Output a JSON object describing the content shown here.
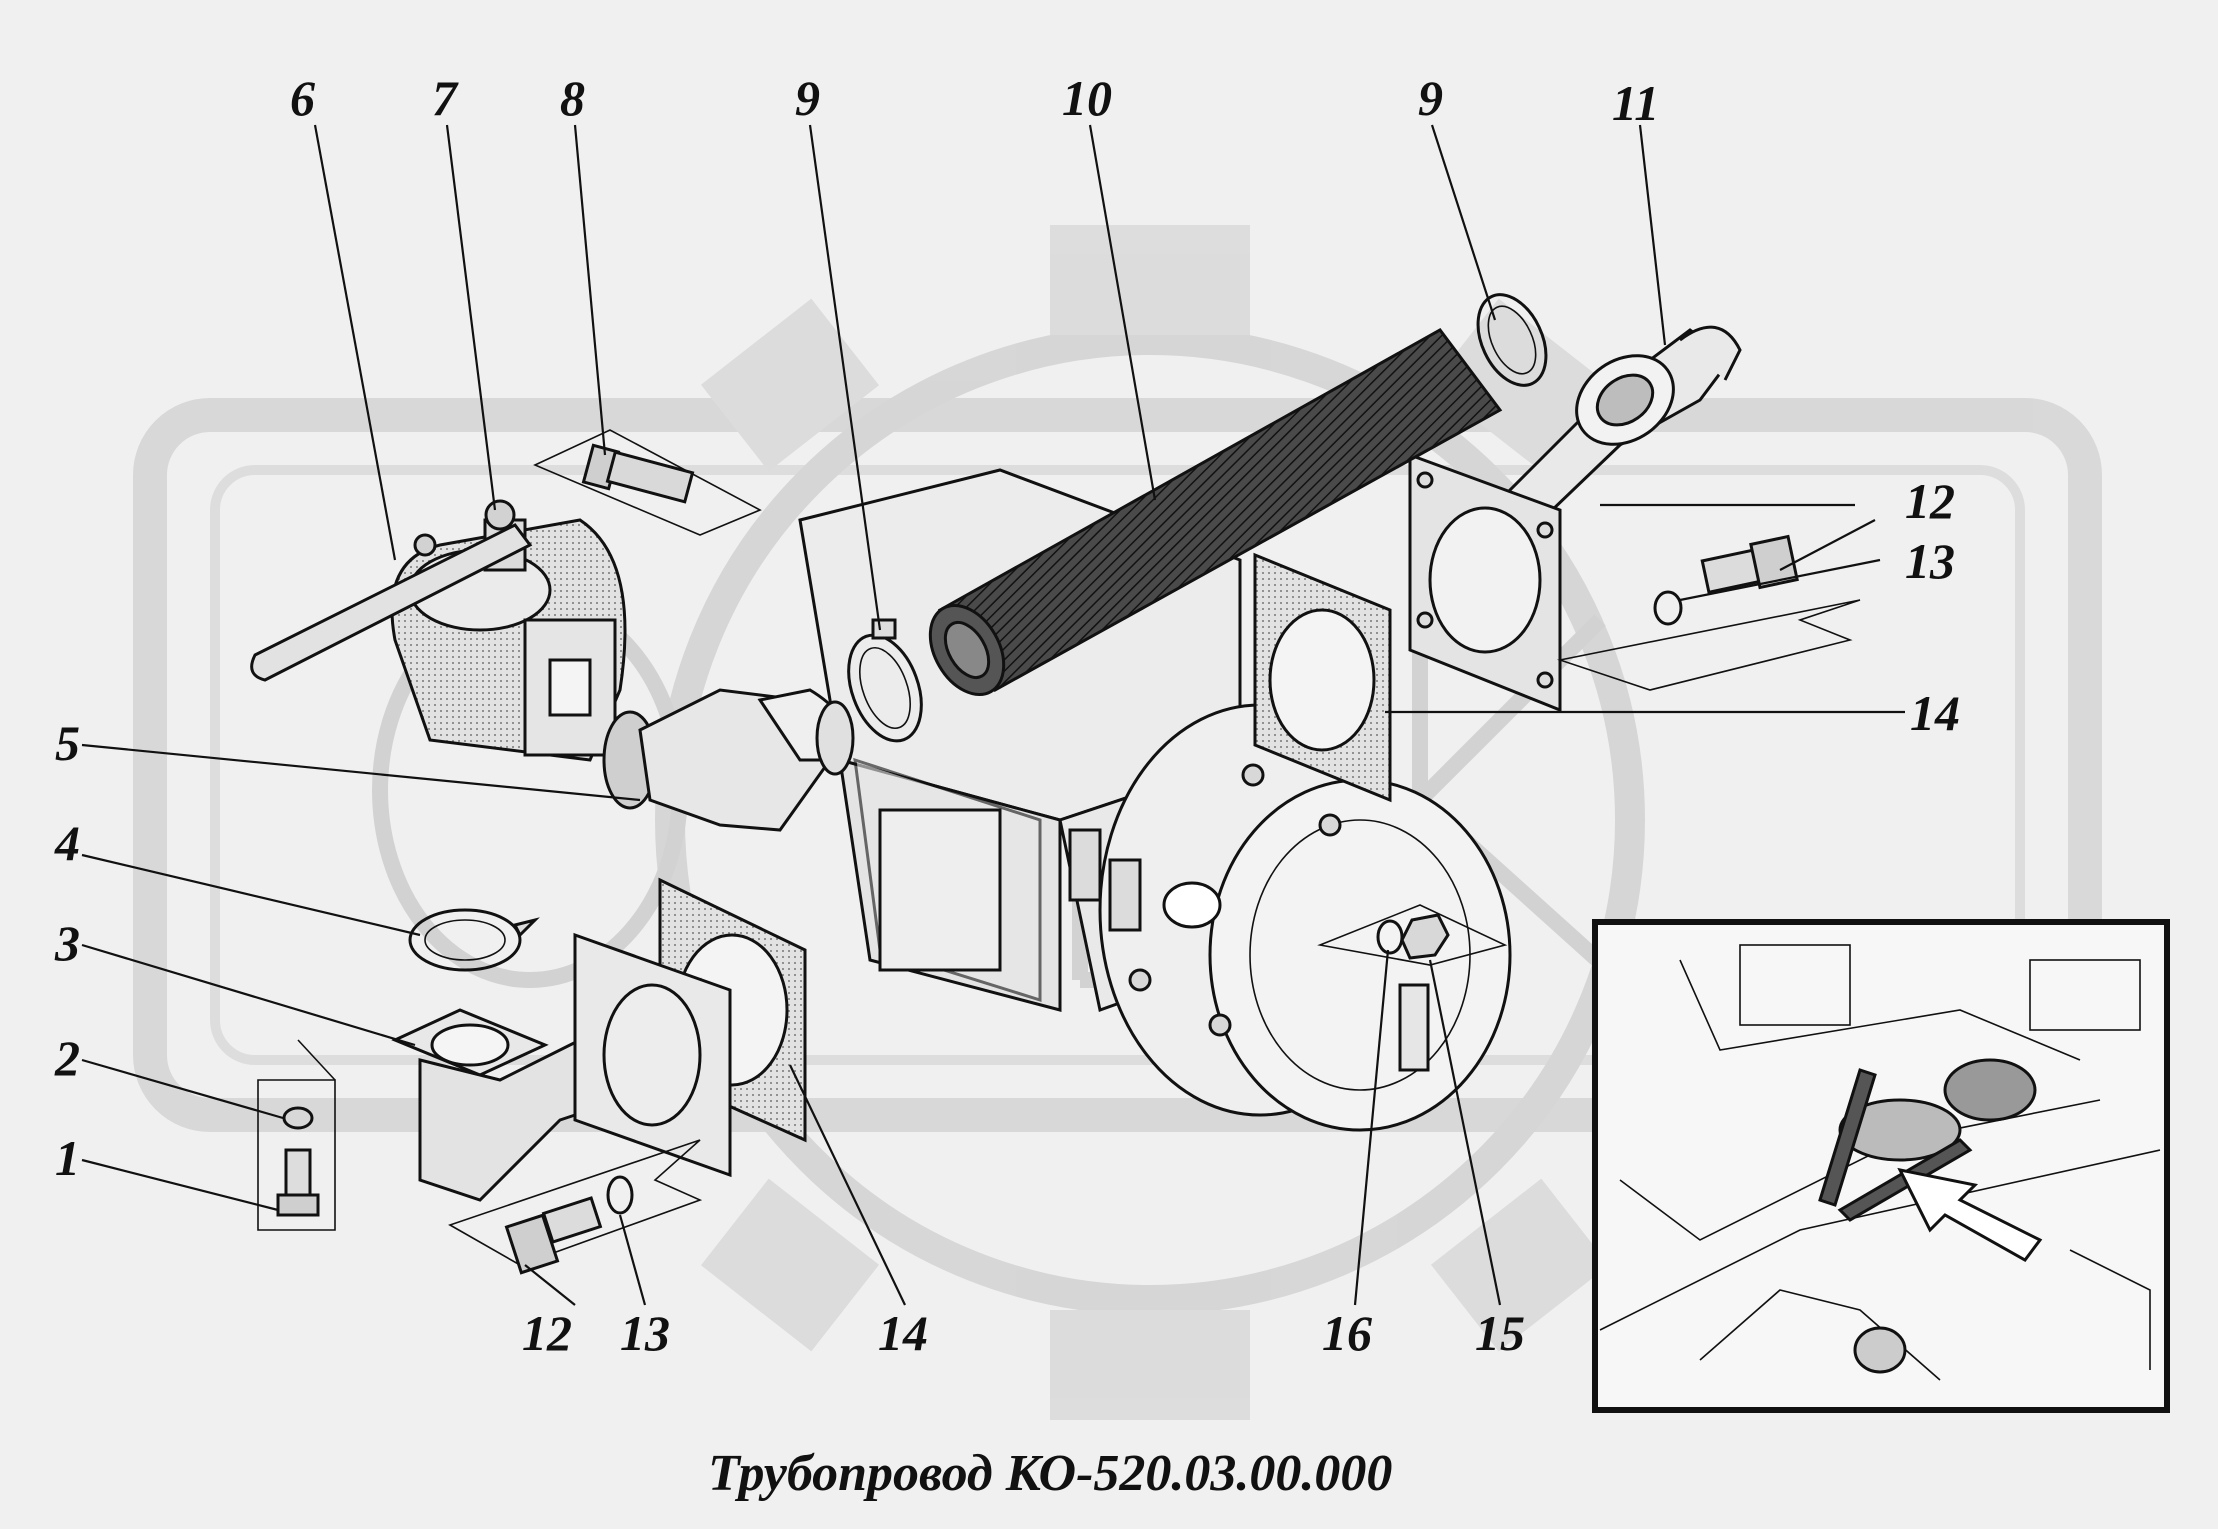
{
  "title": "Трубопровод КО-520.03.00.000",
  "callouts": {
    "c1": "1",
    "c2": "2",
    "c3": "3",
    "c4": "4",
    "c5": "5",
    "c6": "6",
    "c7": "7",
    "c8": "8",
    "c9a": "9",
    "c9b": "9",
    "c10": "10",
    "c11": "11",
    "c12a": "12",
    "c13a": "13",
    "c12b": "12",
    "c13b": "13",
    "c14a": "14",
    "c14b": "14",
    "c16": "16",
    "c15": "15"
  },
  "colors": {
    "background": "#f0f0f0",
    "ink": "#111111",
    "watermark": "#d9d9d9",
    "part_fill": "#e6e6e6",
    "hose_fill": "#3a3a3a"
  }
}
